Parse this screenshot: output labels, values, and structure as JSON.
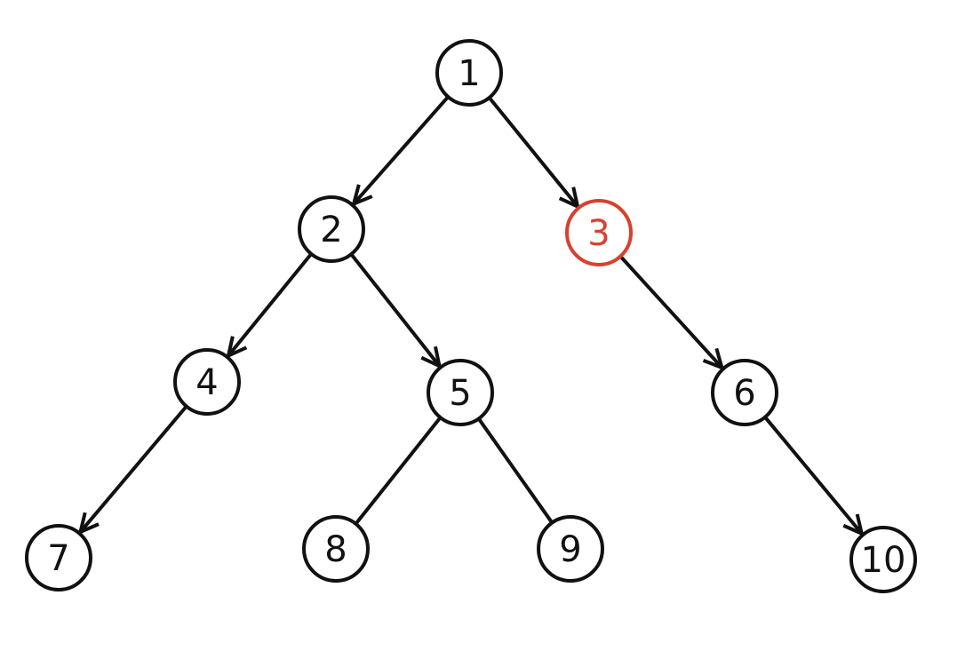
{
  "diagram": {
    "type": "tree",
    "node_color": "#111111",
    "highlight_color": "#d9402f",
    "nodes": [
      {
        "id": "1",
        "label": "1"
      },
      {
        "id": "2",
        "label": "2"
      },
      {
        "id": "3",
        "label": "3",
        "highlighted": true
      },
      {
        "id": "4",
        "label": "4"
      },
      {
        "id": "5",
        "label": "5"
      },
      {
        "id": "6",
        "label": "6"
      },
      {
        "id": "7",
        "label": "7"
      },
      {
        "id": "8",
        "label": "8"
      },
      {
        "id": "9",
        "label": "9"
      },
      {
        "id": "10",
        "label": "10"
      }
    ],
    "edges": [
      {
        "from": "1",
        "to": "2",
        "arrow": true
      },
      {
        "from": "1",
        "to": "3",
        "arrow": true
      },
      {
        "from": "2",
        "to": "4",
        "arrow": true
      },
      {
        "from": "2",
        "to": "5",
        "arrow": true
      },
      {
        "from": "3",
        "to": "6",
        "arrow": true
      },
      {
        "from": "4",
        "to": "7",
        "arrow": true
      },
      {
        "from": "5",
        "to": "8",
        "arrow": false
      },
      {
        "from": "5",
        "to": "9",
        "arrow": false
      },
      {
        "from": "6",
        "to": "10",
        "arrow": true
      }
    ]
  }
}
